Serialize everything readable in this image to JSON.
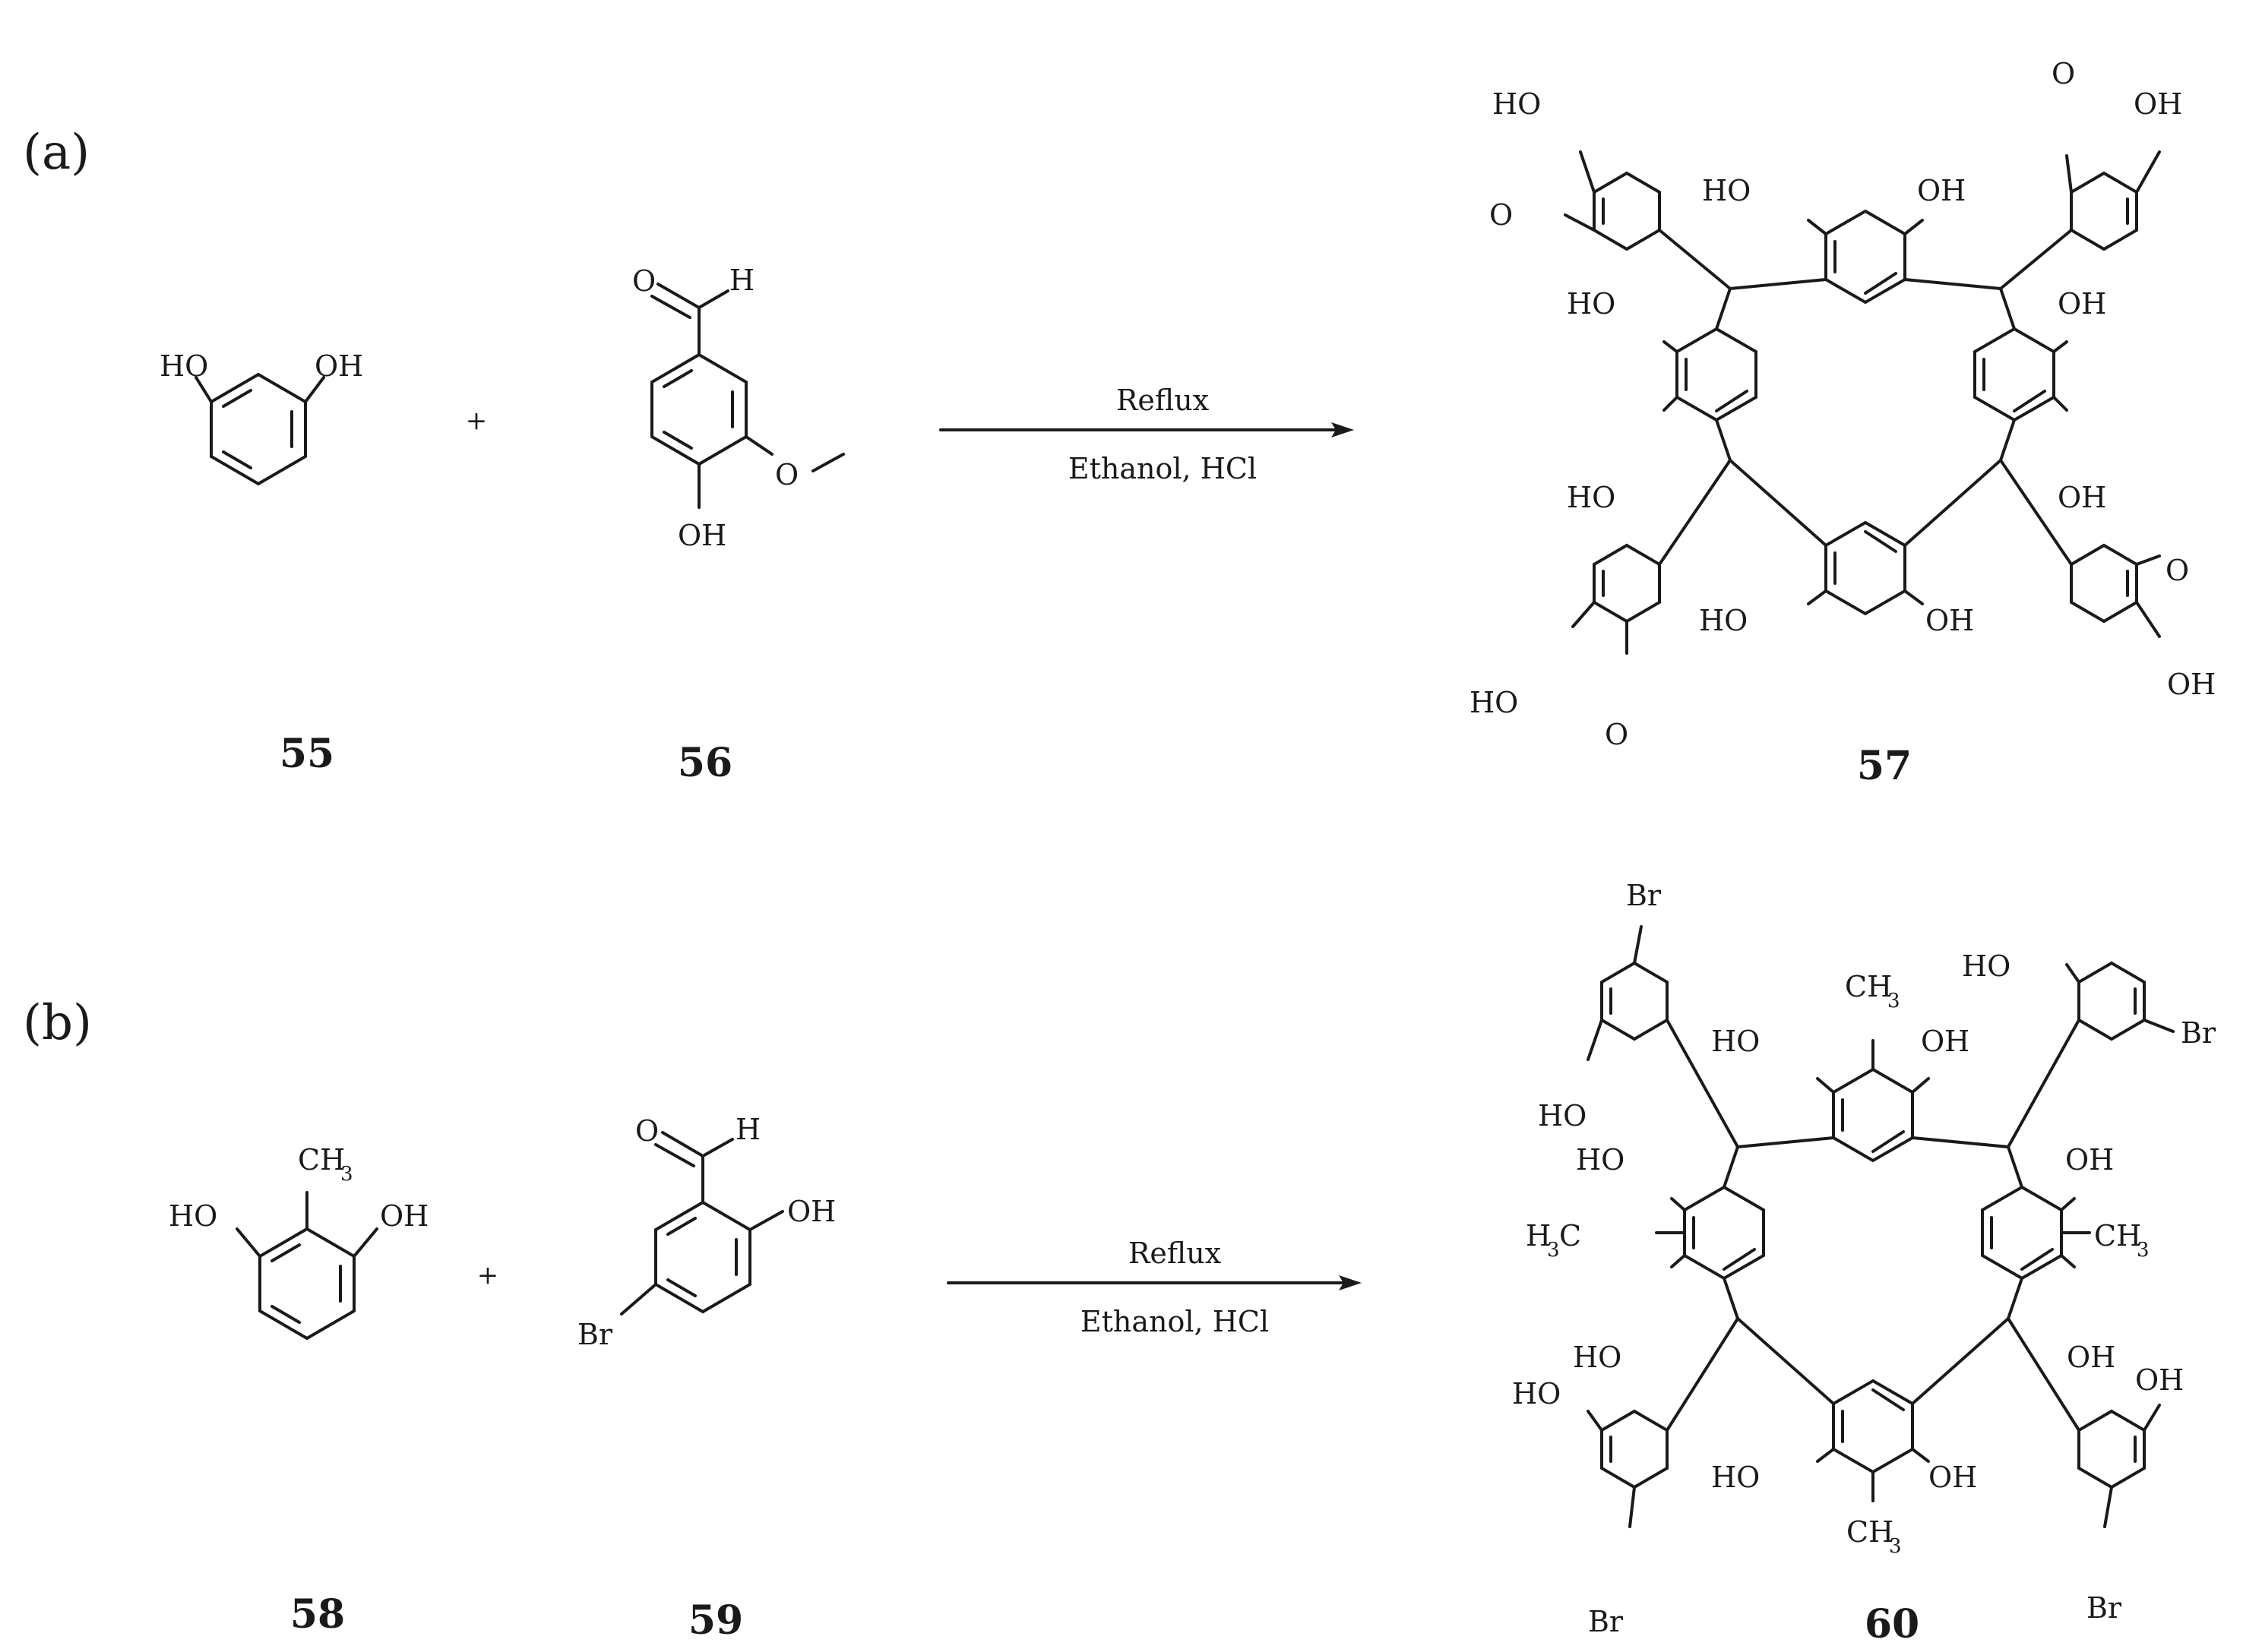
{
  "panels": [
    {
      "id": "a",
      "label": "(a)",
      "reactant1": {
        "number": "55",
        "left_group": "HO",
        "right_group": "OH"
      },
      "plus": "+",
      "reactant2": {
        "number": "56",
        "aldehyde_O": "O",
        "aldehyde_H": "H",
        "methoxy_O": "O",
        "hydroxyl": "OH"
      },
      "conditions": {
        "above": "Reflux",
        "below": "Ethanol, HCl"
      },
      "product": {
        "number": "57",
        "ho": "HO",
        "oh": "OH",
        "o": "O"
      }
    },
    {
      "id": "b",
      "label": "(b)",
      "reactant1": {
        "number": "58",
        "left_group": "HO",
        "right_group": "OH",
        "methyl_c": "CH",
        "methyl_sub": "3"
      },
      "plus": "+",
      "reactant2": {
        "number": "59",
        "aldehyde_O": "O",
        "aldehyde_H": "H",
        "hydroxyl": "OH",
        "bromo": "Br"
      },
      "conditions": {
        "above": "Reflux",
        "below": "Ethanol, HCl"
      },
      "product": {
        "number": "60",
        "ho": "HO",
        "oh": "OH",
        "br": "Br",
        "ch": "CH",
        "h": "H",
        "c": "C",
        "three": "3"
      }
    }
  ]
}
